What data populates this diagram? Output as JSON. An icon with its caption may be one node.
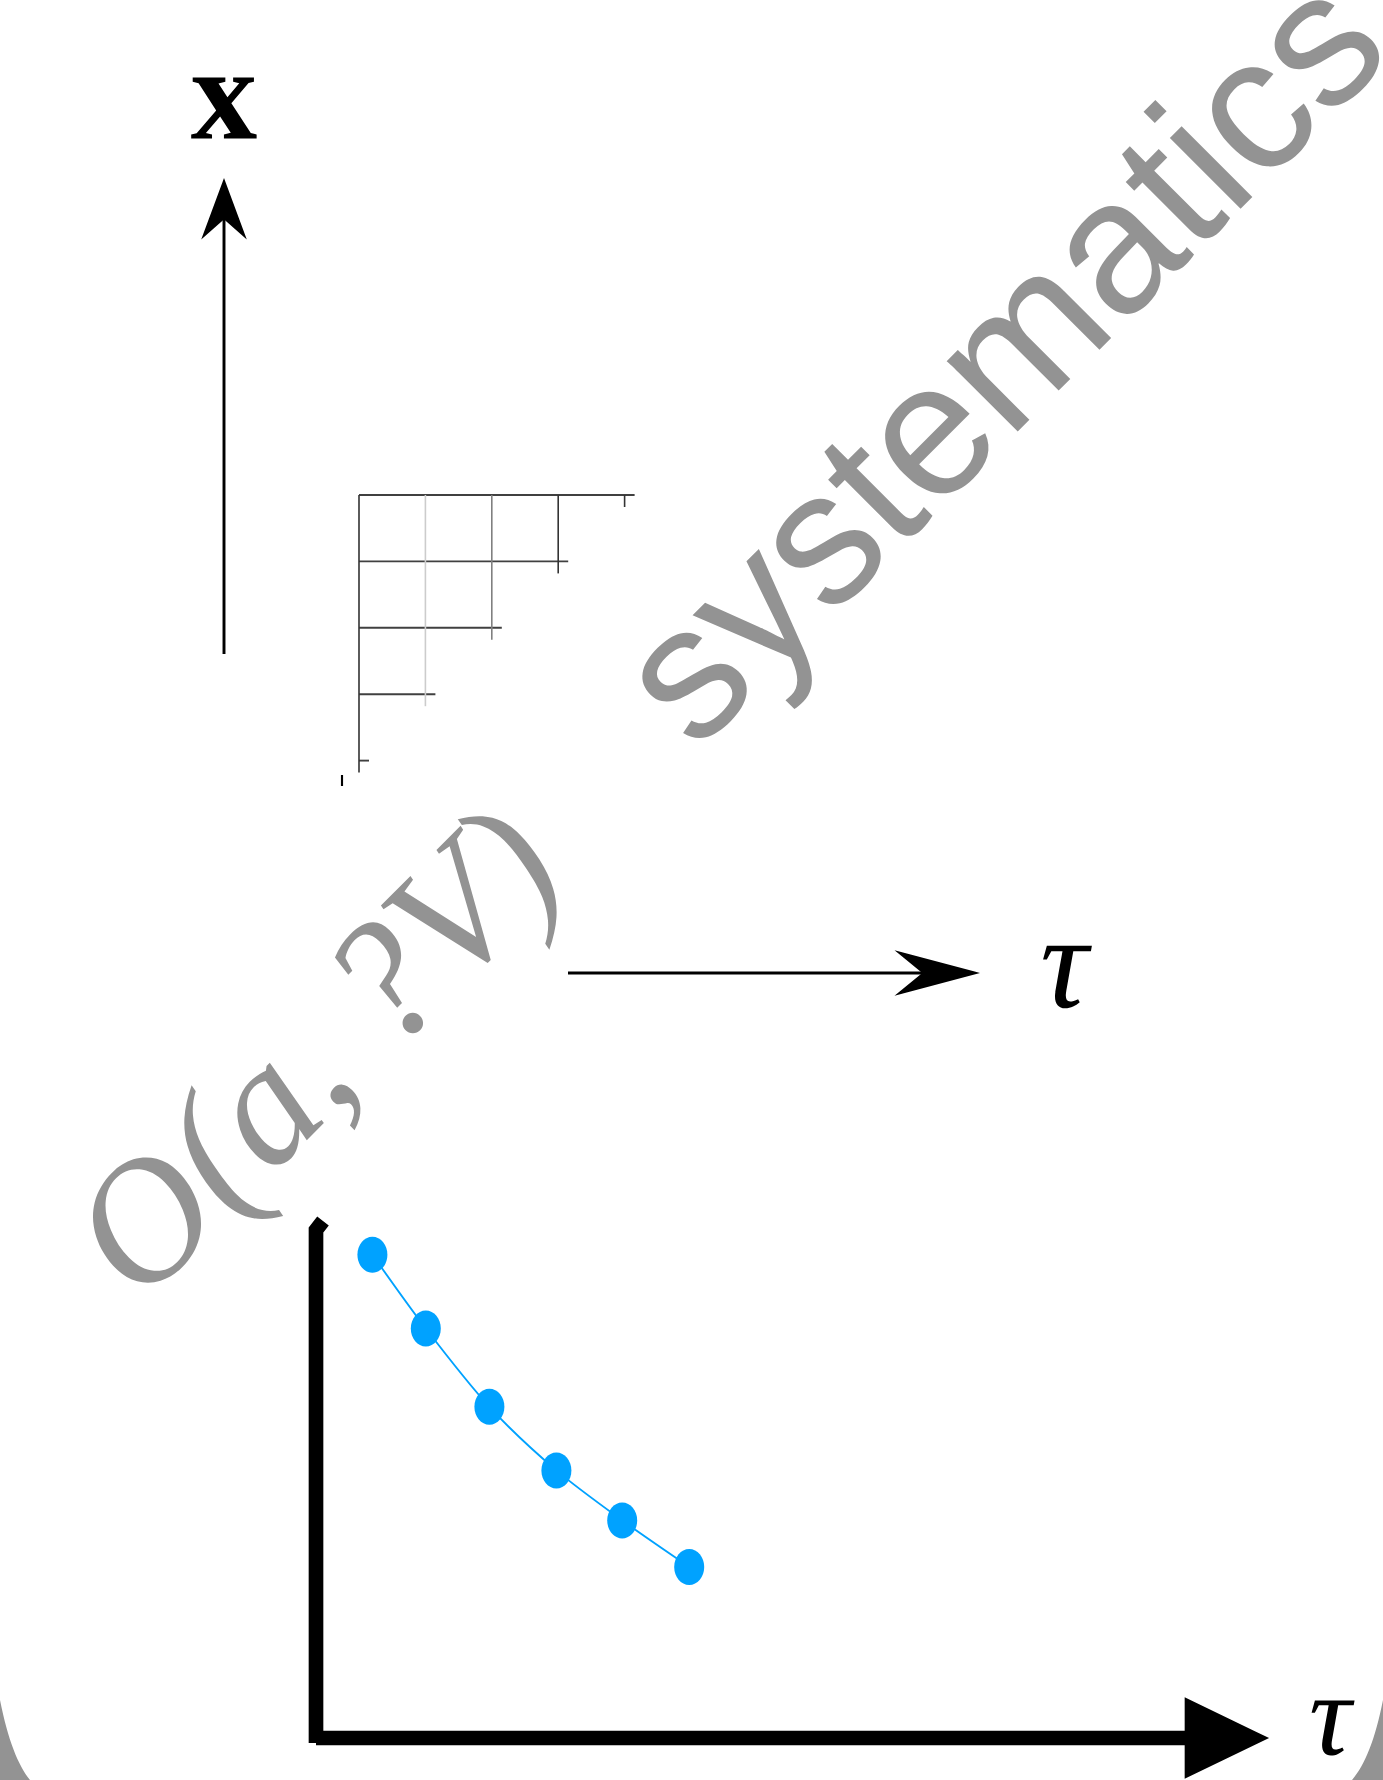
{
  "diagram": {
    "labels": [
      "x",
      "systematics",
      "O(a, ?V)",
      "τ",
      "τ"
    ]
  }
}
